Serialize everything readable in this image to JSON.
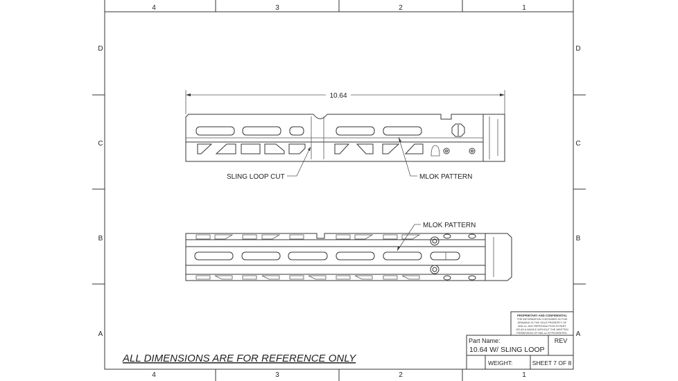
{
  "zones": {
    "columns": [
      "4",
      "3",
      "2",
      "1"
    ],
    "rows": [
      "D",
      "C",
      "B",
      "A"
    ]
  },
  "dimension": "10.64",
  "callouts": {
    "sling_loop_cut": "SLING LOOP CUT",
    "mlok_pattern_top": "MLOK PATTERN",
    "mlok_pattern_bottom": "MLOK PATTERN"
  },
  "note": "ALL DIMENSIONS ARE FOR REFERENCE ONLY",
  "title_block": {
    "proprietary_title": "PROPRIETARY AND CONFIDENTIAL",
    "proprietary_lines": [
      "THE INFORMATION CONTAINED IN THIS",
      "DRAWING IS THE SOLE PROPERTY OF",
      "MDI-co. ANY REPRODUCTION IN PART",
      "OR AS A WHOLE WITHOUT THE WRITTEN",
      "PERMISSION OF MDI-co IS PROHIBITED."
    ],
    "part_name_label": "Part Name:",
    "part_name": "10.64 W/ SLING LOOP",
    "rev_label": "REV",
    "weight_label": "WEIGHT:",
    "sheet": "SHEET 7 OF 8"
  }
}
